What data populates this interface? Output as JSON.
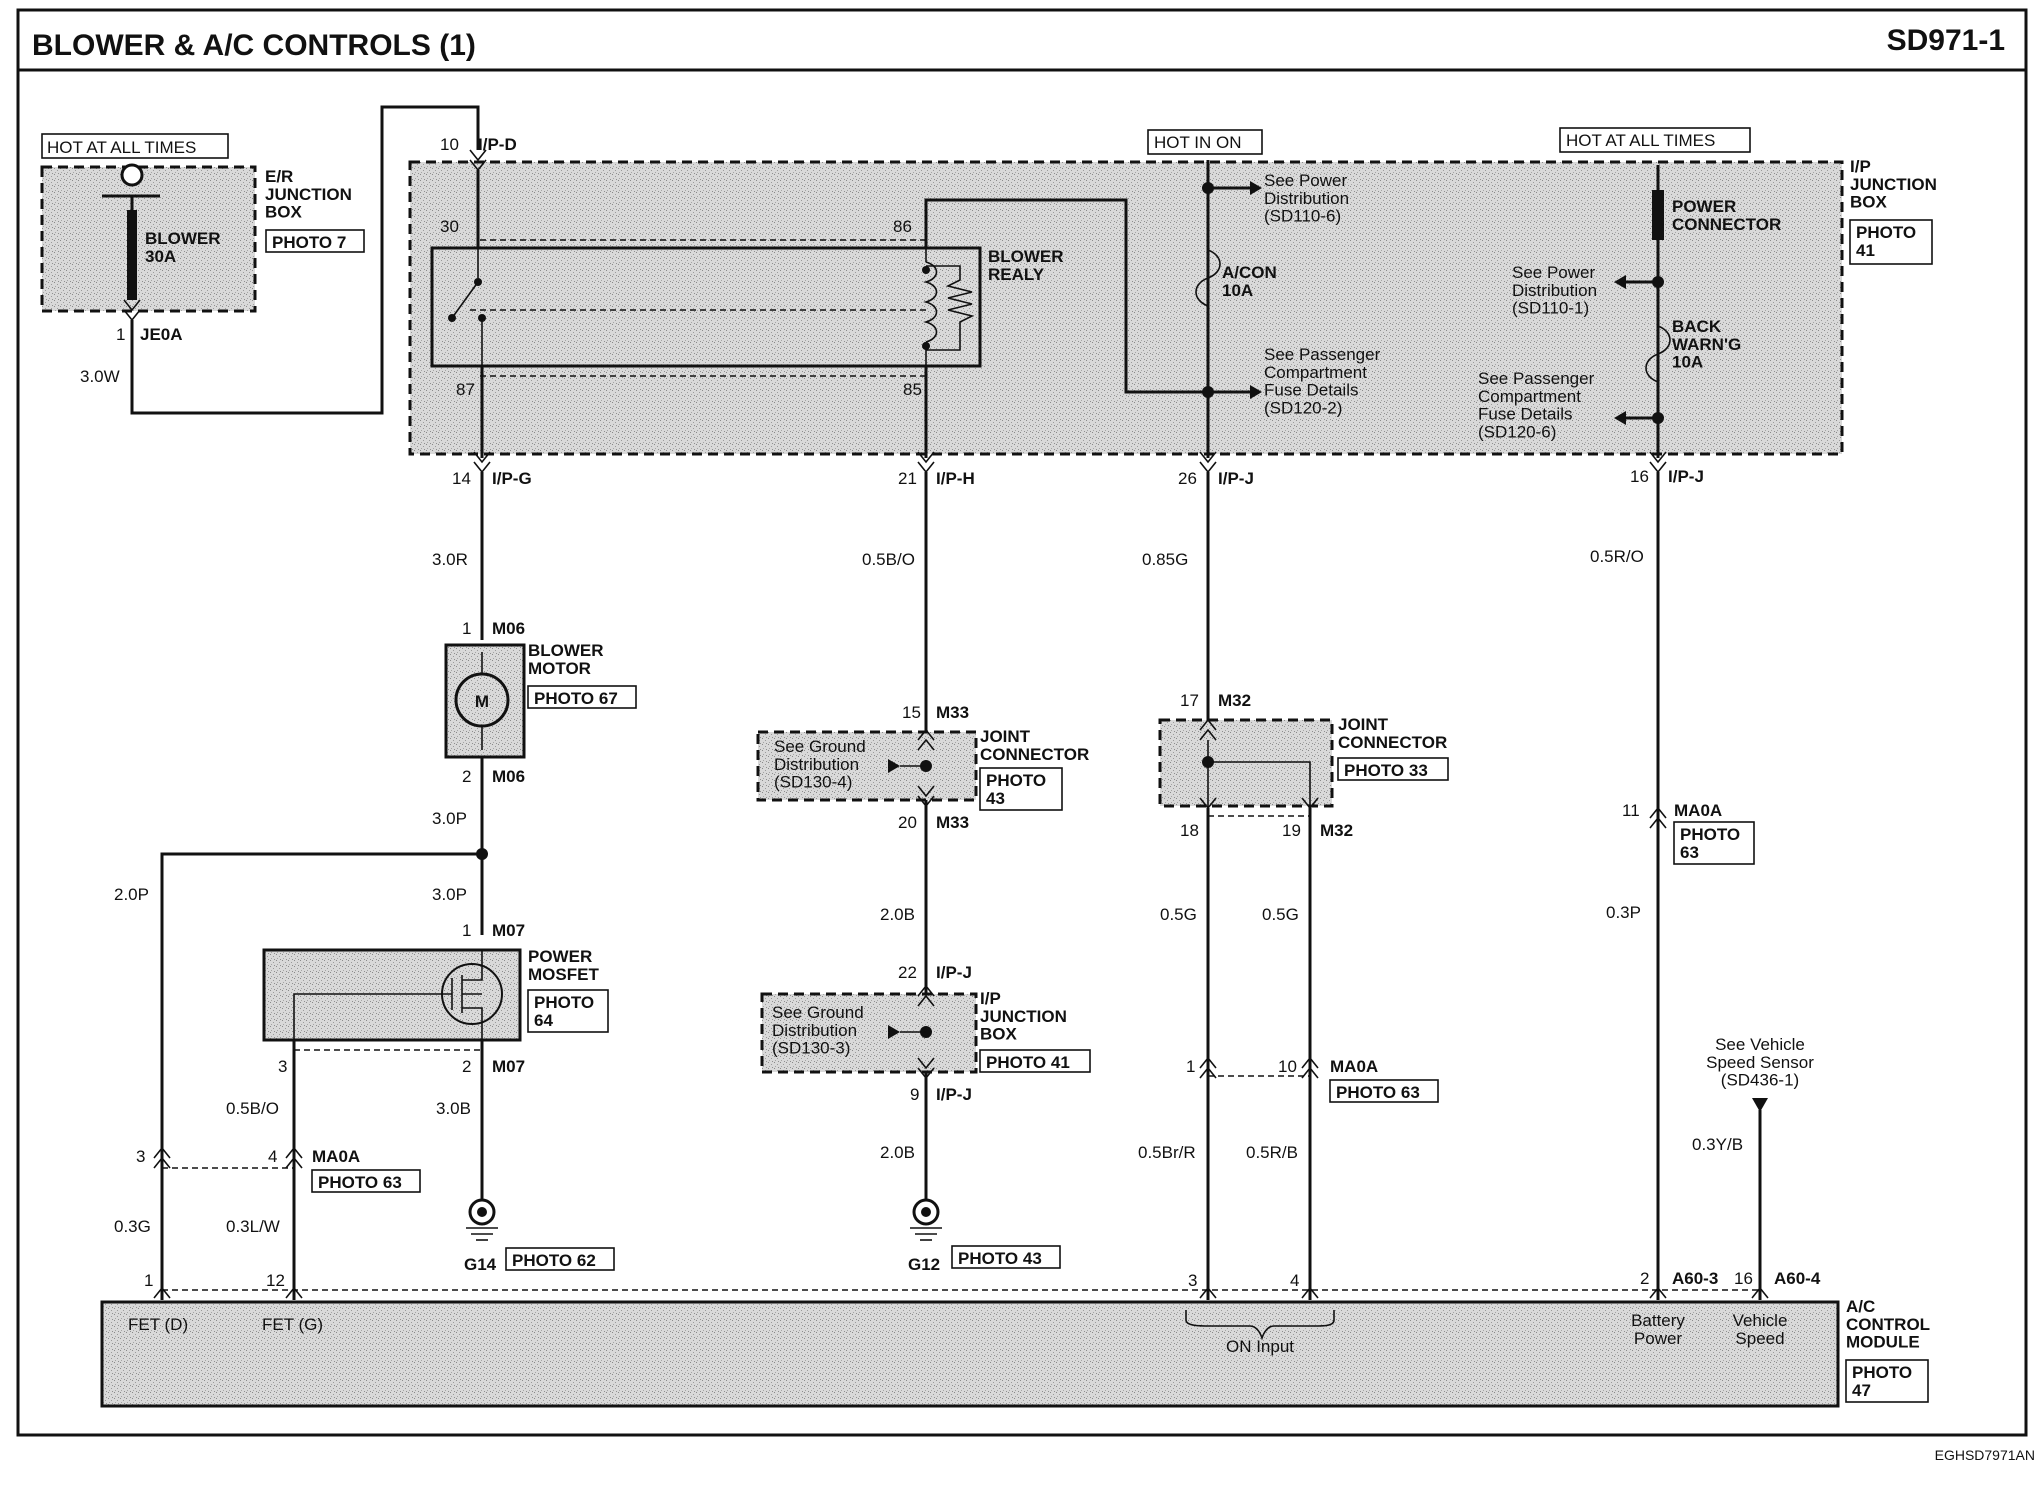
{
  "header": {
    "title": "BLOWER & A/C CONTROLS (1)",
    "page_code": "SD971-1"
  },
  "footer": {
    "image_code": "EGHSD7971AN"
  },
  "er_junction": {
    "hot_label": "HOT AT ALL TIMES",
    "name": "E/R\nJUNCTION\nBOX",
    "photo": "PHOTO 7",
    "fuse": "BLOWER\n30A",
    "pin": "1",
    "connector": "JE0A",
    "wire": "3.0W"
  },
  "ip_junction": {
    "name": "I/P\nJUNCTION\nBOX",
    "photo": "PHOTO\n41",
    "hot_in_on": "HOT IN ON",
    "hot_all": "HOT AT ALL TIMES",
    "input_pin": "10",
    "input_conn": "I/P-D",
    "relay": {
      "name": "BLOWER\nREALY",
      "pins": [
        "30",
        "86",
        "87",
        "85"
      ]
    },
    "acon_fuse": "A/CON\n10A",
    "power_connector": "POWER\nCONNECTOR",
    "back_fuse": "BACK\nWARN'G\n10A",
    "see_power_1": "See Power\nDistribution\n(SD110-6)",
    "see_pass_1": "See Passenger\nCompartment\nFuse Details\n(SD120-2)",
    "see_power_2": "See Power\nDistribution\n(SD110-1)",
    "see_pass_2": "See Passenger\nCompartment\nFuse Details\n(SD120-6)",
    "outputs": [
      {
        "pin": "14",
        "conn": "I/P-G"
      },
      {
        "pin": "21",
        "conn": "I/P-H"
      },
      {
        "pin": "26",
        "conn": "I/P-J"
      },
      {
        "pin": "16",
        "conn": "I/P-J"
      }
    ]
  },
  "wires": {
    "col1_top": "3.0R",
    "col1_mid": "3.0P",
    "col1_branch": "2.0P",
    "col1_mid2": "3.0P",
    "col2_top": "0.5B/O",
    "col2_mid": "2.0B",
    "col2_bot": "2.0B",
    "col3_top": "0.85G",
    "col3_l": "0.5G",
    "col3_r": "0.5G",
    "col3_bl": "0.5Br/R",
    "col3_br": "0.5R/B",
    "col4_top": "0.5R/O",
    "col4_mid": "0.3P",
    "vss": "0.3Y/B",
    "fet_d": "0.3G",
    "fet_g": "0.3L/W",
    "mos_drain": "0.5B/O",
    "mos_bot": "3.0B"
  },
  "blower_motor": {
    "name": "BLOWER\nMOTOR",
    "photo": "PHOTO 67",
    "symbol": "M",
    "pin_top": "1",
    "conn_top": "M06",
    "pin_bot": "2",
    "conn_bot": "M06"
  },
  "power_mosfet": {
    "name": "POWER\nMOSFET",
    "photo": "PHOTO\n64",
    "pin_top": "1",
    "conn_top": "M07",
    "pin_bot": "2",
    "conn_bot": "M07",
    "pin_left": "3"
  },
  "joint_m33": {
    "name": "JOINT\nCONNECTOR",
    "photo": "PHOTO\n43",
    "see": "See Ground\nDistribution\n(SD130-4)",
    "pin_top": "15",
    "conn_top": "M33",
    "pin_bot": "20",
    "conn_bot": "M33"
  },
  "ip_junction_2": {
    "name": "I/P\nJUNCTION\nBOX",
    "photo": "PHOTO 41",
    "see": "See Ground\nDistribution\n(SD130-3)",
    "pin_top": "22",
    "conn_top": "I/P-J",
    "pin_bot": "9",
    "conn_bot": "I/P-J"
  },
  "joint_m32": {
    "name": "JOINT\nCONNECTOR",
    "photo": "PHOTO 33",
    "pin_top": "17",
    "conn_top": "M32",
    "pin_bl": "18",
    "pin_br": "19",
    "conn_b": "M32"
  },
  "ma0a": {
    "conn": "MA0A",
    "photo": "PHOTO 63",
    "photo_col4": "PHOTO\n63",
    "pin_fet_d": "3",
    "pin_fet_g": "4",
    "pin_col3_l": "1",
    "pin_col3_r": "10",
    "pin_col4": "11"
  },
  "grounds": [
    {
      "name": "G14",
      "photo": "PHOTO 62"
    },
    {
      "name": "G12",
      "photo": "PHOTO 43"
    }
  ],
  "vss_ref": "See Vehicle\nSpeed Sensor\n(SD436-1)",
  "ac_module": {
    "name": "A/C\nCONTROL\nMODULE",
    "photo": "PHOTO\n47",
    "pins": [
      {
        "pin": "1",
        "label": "FET (D)"
      },
      {
        "pin": "12",
        "label": "FET (G)"
      },
      {
        "pin": "3",
        "label": ""
      },
      {
        "pin": "4",
        "label": ""
      },
      {
        "pin": "2",
        "conn": "A60-3",
        "label": "Battery\nPower"
      },
      {
        "pin": "16",
        "conn": "A60-4",
        "label": "Vehicle\nSpeed"
      }
    ],
    "on_input": "ON Input"
  }
}
